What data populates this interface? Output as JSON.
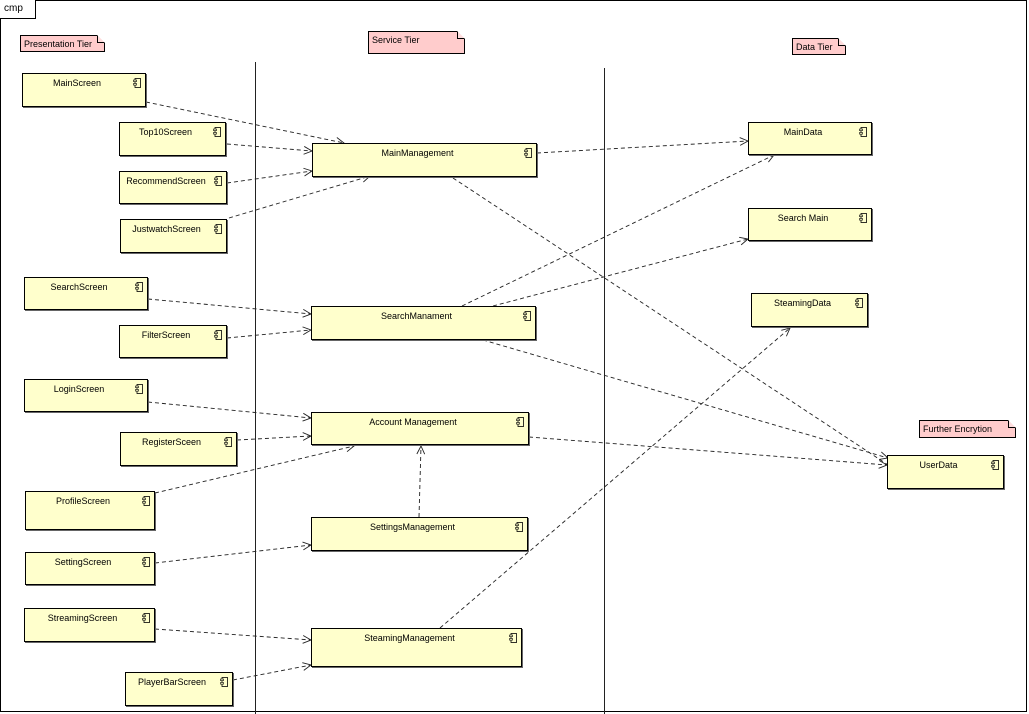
{
  "frame": {
    "label": "cmp"
  },
  "notes": {
    "presentation_tier": "Presentation Tier",
    "service_tier": "Service Tier",
    "data_tier": "Data Tier",
    "further_encryption": "Further Encrytion"
  },
  "presentation": {
    "main_screen": "MainScreen",
    "top10_screen": "Top10Screen",
    "recommend_screen": "RecommendScreen",
    "justwatch_screen": "JustwatchScreen",
    "search_screen": "SearchScreen",
    "filter_screen": "FilterScreen",
    "login_screen": "LoginScreen",
    "register_screen": "RegisterSceen",
    "profile_screen": "ProfileScreen",
    "setting_screen": "SettingScreen",
    "streaming_screen": "StreamingScreen",
    "playerbar_screen": "PlayerBarScreen"
  },
  "service": {
    "main_management": "MainManagement",
    "search_management": "SearchManament",
    "account_management": "Account Management",
    "settings_management": "SettingsManagement",
    "steaming_management": "SteamingManagement"
  },
  "data": {
    "main_data": "MainData",
    "search_main": "Search Main",
    "steaming_data": "SteamingData",
    "user_data": "UserData"
  },
  "icons": {
    "component": "component-icon",
    "open-arrow": "dependency-arrowhead"
  },
  "colors": {
    "component_fill": "#ffffcc",
    "note_fill": "#ffcccc",
    "stroke": "#000000"
  }
}
